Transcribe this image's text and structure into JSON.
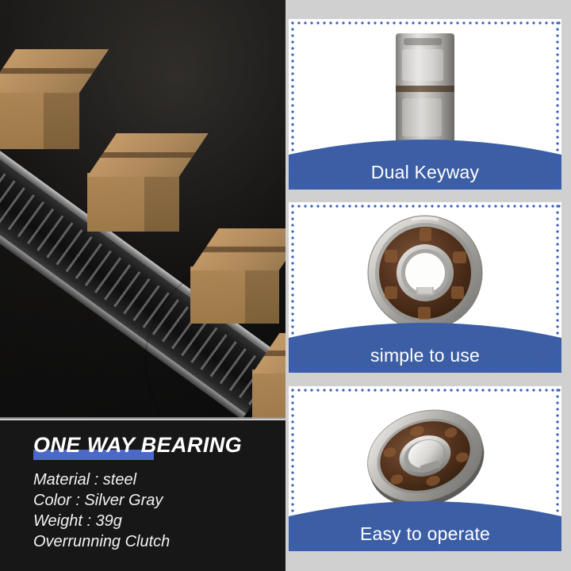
{
  "theme": {
    "banner_blue": "#3b5ea5",
    "dot_blue": "#3a5fbd",
    "underline_blue": "#4a69c8",
    "panel_black": "#171717",
    "page_gray": "#d0d0d0",
    "text_white": "#ffffff"
  },
  "photo": {
    "scene_name": "conveyor-belt-with-cardboard-boxes",
    "box_count": 4
  },
  "info": {
    "title": "ONE WAY BEARING",
    "specs": [
      "Material : steel",
      "Color : Silver Gray",
      "Weight : 39g",
      "Overrunning Clutch"
    ]
  },
  "cards": [
    {
      "id": "card-dual-keyway",
      "label": "Dual Keyway",
      "image_name": "bearing-side-view"
    },
    {
      "id": "card-simple-to-use",
      "label": "simple to use",
      "image_name": "bearing-front-view"
    },
    {
      "id": "card-easy-to-operate",
      "label": "Easy to operate",
      "image_name": "bearing-angled-view"
    }
  ]
}
